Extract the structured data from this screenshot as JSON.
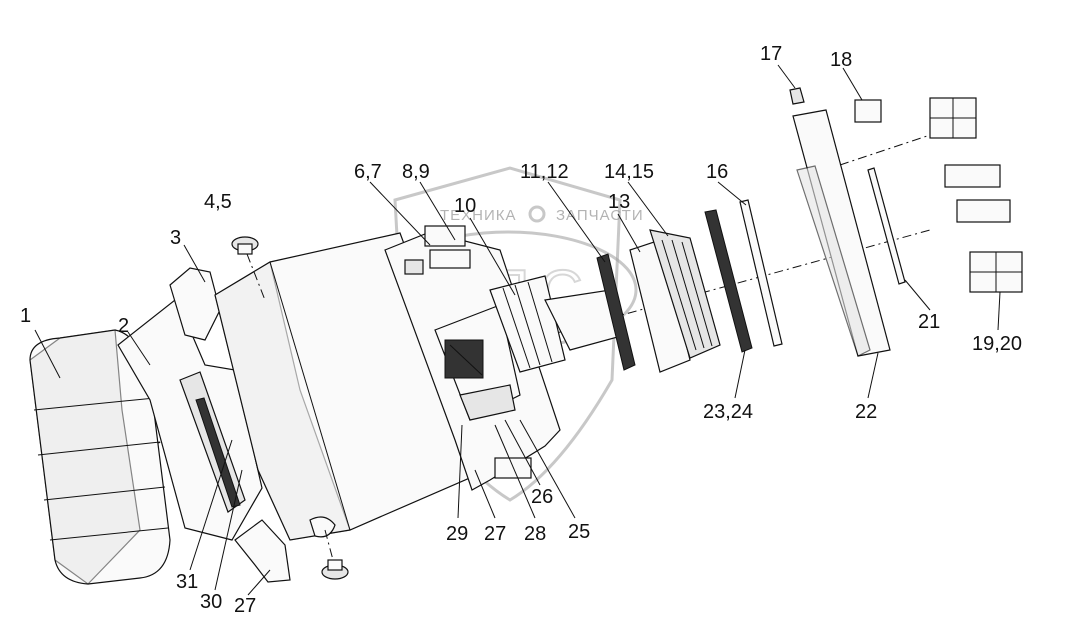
{
  "watermark": {
    "left_text": "ТЕХНИКА",
    "right_text": "ЗАПЧАСТИ",
    "logo_text": "ЗПС"
  },
  "labels": {
    "p1": "1",
    "p2": "2",
    "p3": "3",
    "p4_5": "4,5",
    "p6_7": "6,7",
    "p8_9": "8,9",
    "p10": "10",
    "p11_12": "11,12",
    "p13": "13",
    "p14_15": "14,15",
    "p16": "16",
    "p17": "17",
    "p18": "18",
    "p19_20": "19,20",
    "p21": "21",
    "p22": "22",
    "p23_24": "23,24",
    "p25": "25",
    "p26": "26",
    "p27a": "27",
    "p27b": "27",
    "p28": "28",
    "p29": "29",
    "p30": "30",
    "p31": "31"
  }
}
